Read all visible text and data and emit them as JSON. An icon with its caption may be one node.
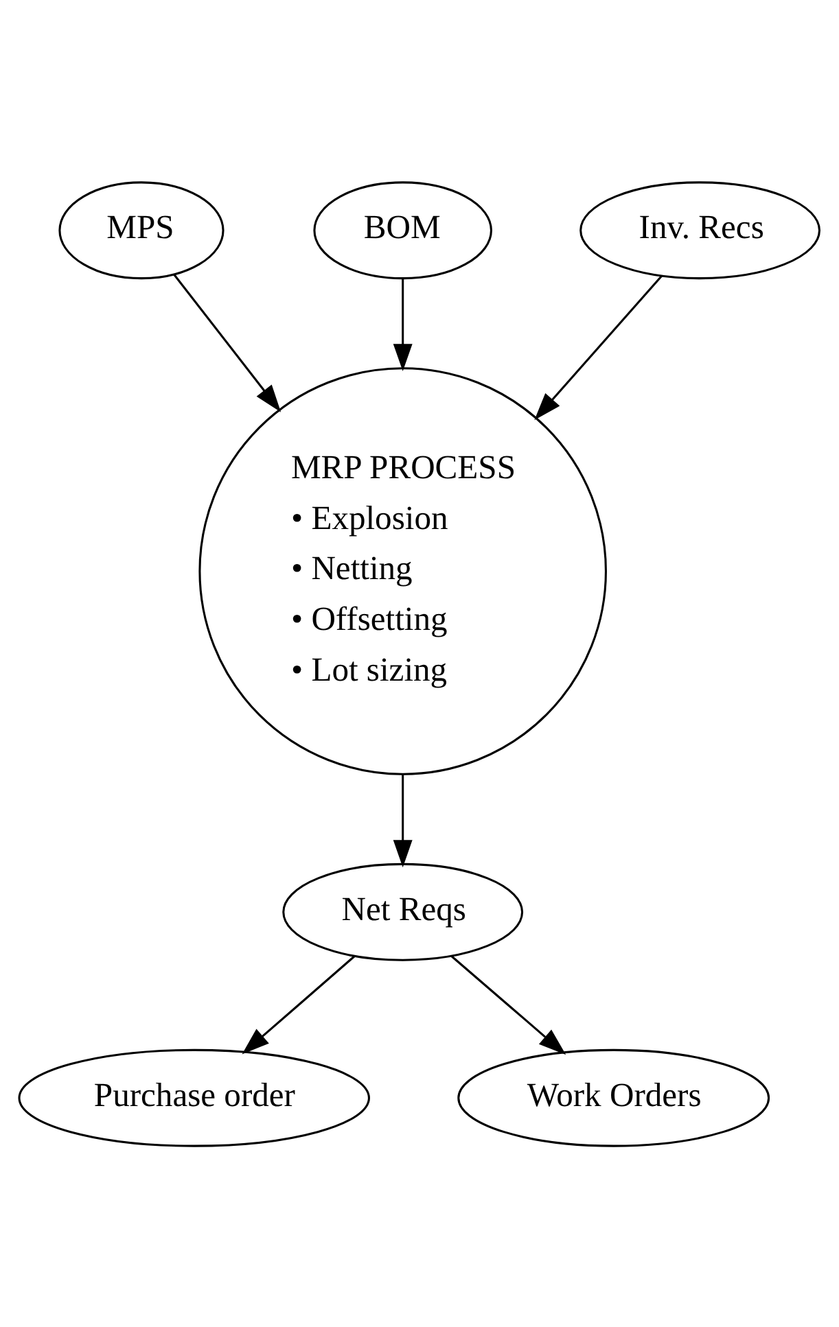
{
  "diagram": {
    "nodes": [
      {
        "text": [
          "MPS"
        ]
      },
      {
        "text": [
          "BOM"
        ]
      },
      {
        "text": [
          "Inv. Recs"
        ]
      },
      {
        "text": [
          "MRP PROCESS",
          "• Explosion",
          "• Netting",
          "• Offsetting",
          "• Lot sizing"
        ]
      },
      {
        "text": [
          "Net Reqs"
        ]
      },
      {
        "text": [
          "Purchase order"
        ]
      },
      {
        "text": [
          "Work Orders"
        ]
      }
    ],
    "edges": [
      {
        "from": 0,
        "to": 3,
        "arrow": "to"
      },
      {
        "from": 1,
        "to": 3,
        "arrow": "to"
      },
      {
        "from": 2,
        "to": 3,
        "arrow": "to"
      },
      {
        "from": 3,
        "to": 4,
        "arrow": "to"
      },
      {
        "from": 4,
        "to": 5,
        "arrow": "to"
      },
      {
        "from": 4,
        "to": 6,
        "arrow": "to"
      }
    ]
  }
}
